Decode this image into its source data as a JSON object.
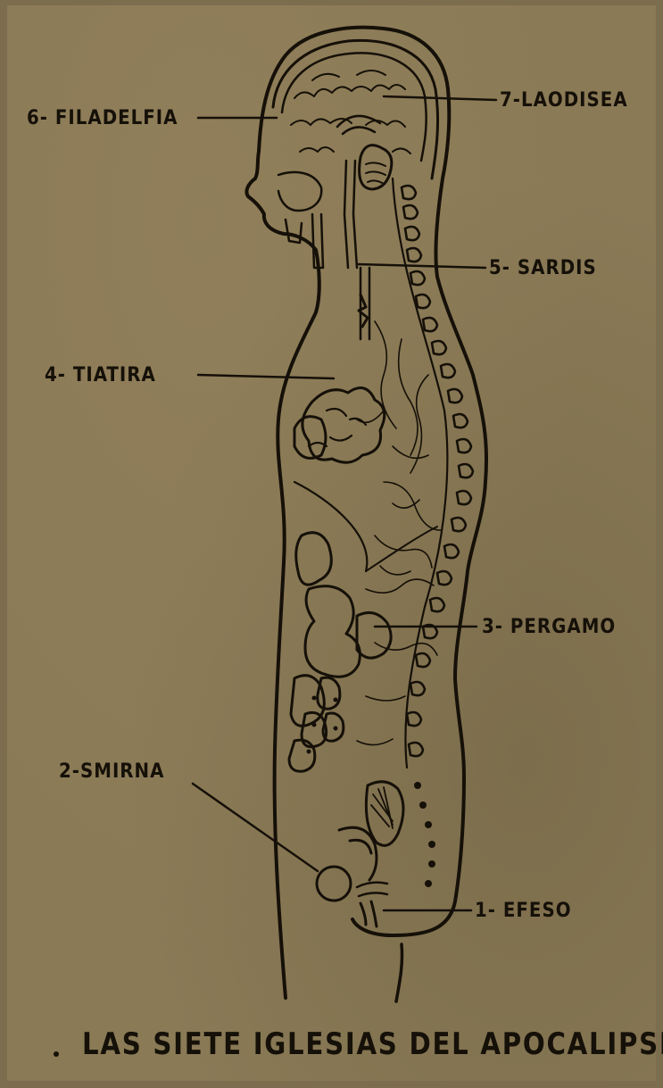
{
  "labels": {
    "filadelfia": "6- FILADELFIA",
    "laodisea": "7-LAODISEA",
    "sardis": "5- SARDIS",
    "tiatira": "4- TIATIRA",
    "pergamo": "3- PERGAMO",
    "smirna": "2-SMIRNA",
    "efeso": "1- EFESO"
  },
  "caption": "LAS SIETE IGLESIAS DEL APOCALIPSIS",
  "colors": {
    "paper": "#8a7a56",
    "ink": "#151008"
  }
}
